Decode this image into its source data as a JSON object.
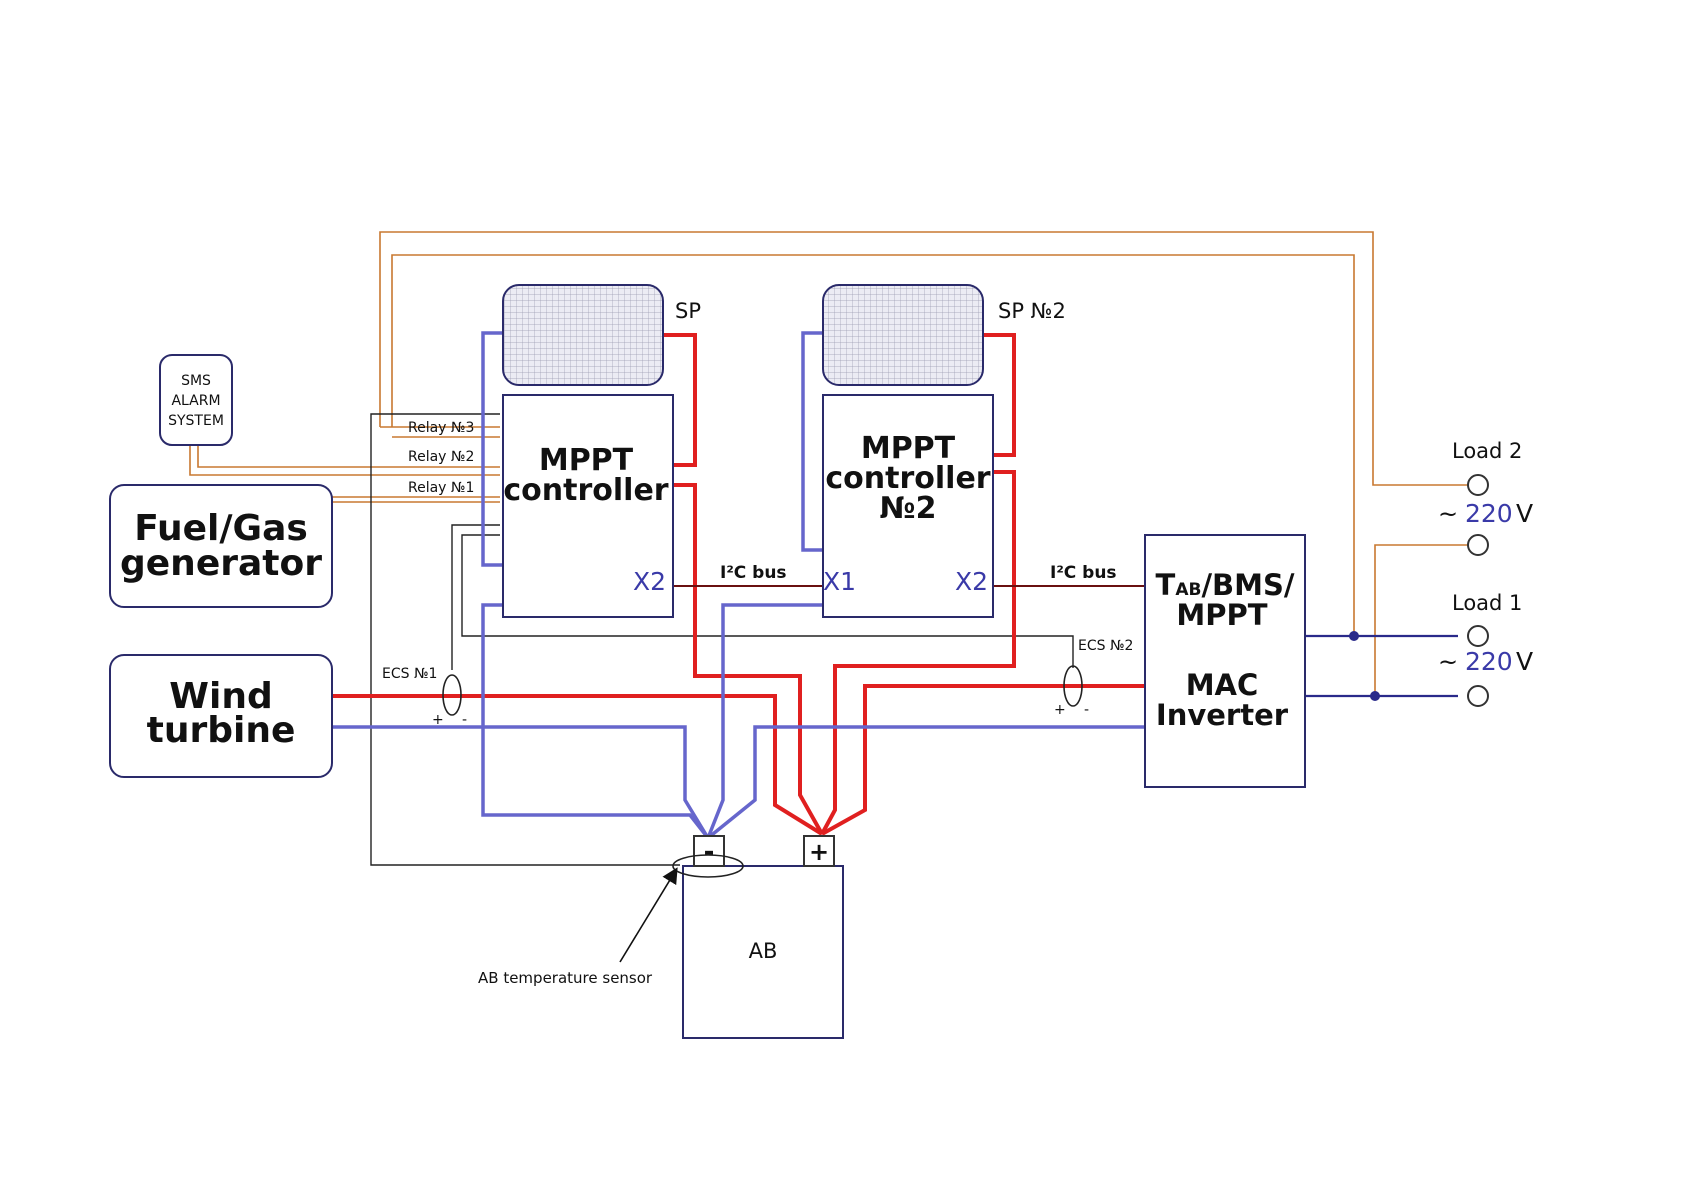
{
  "panels": {
    "sp1": "SP",
    "sp2": "SP №2"
  },
  "controllers": {
    "c1_line1": "MPPT",
    "c1_line2": "controller",
    "c2_line1": "MPPT",
    "c2_line2": "controller",
    "c2_line3": "№2",
    "x2_a": "X2",
    "x1": "X1",
    "x2_b": "X2"
  },
  "buses": {
    "i2c_1": "I²C bus",
    "i2c_2": "I²C bus"
  },
  "sources": {
    "generator_line1": "Fuel/Gas",
    "generator_line2": "generator",
    "wind_line1": "Wind",
    "wind_line2": "turbine"
  },
  "alarm": {
    "line1": "SMS",
    "line2": "ALARM",
    "line3": "SYSTEM"
  },
  "relays": {
    "r3": "Relay №3",
    "r2": "Relay №2",
    "r1": "Relay №1"
  },
  "sensors": {
    "ecs1": "ECS №1",
    "ecs2": "ECS №2",
    "plus": "+",
    "minus": "-",
    "ab_temp": "AB temperature sensor"
  },
  "battery": {
    "label": "AB",
    "neg": "-",
    "pos": "+"
  },
  "inverter": {
    "line1_t": "T",
    "line1_sub": "AB",
    "line1_rest": "/BMS/",
    "line2": "MPPT",
    "line3": "MAC",
    "line4": "Inverter"
  },
  "loads": {
    "load2": "Load 2",
    "load1": "Load 1",
    "tilde": "~",
    "v220_a": "220",
    "v220_b": "220",
    "volt": "V"
  },
  "colors": {
    "dc_positive": "#e02020",
    "dc_negative": "#6666cc",
    "relay_wire": "#c87830",
    "signal_wire": "#222222",
    "i2c_wire": "#6a1010",
    "ac_wire": "#2a2a8a"
  }
}
